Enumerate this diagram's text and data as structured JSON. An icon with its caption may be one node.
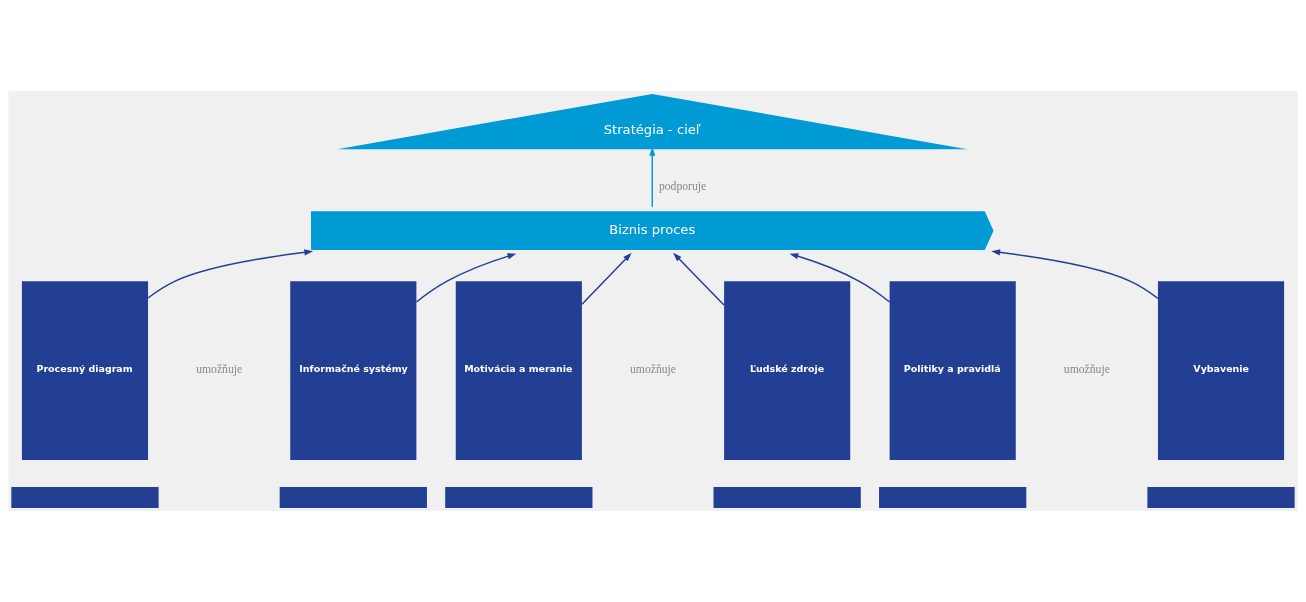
{
  "diagram": {
    "nodes": [
      {
        "text": [
          "Stratégia - cieľ"
        ]
      },
      {
        "text": [
          "Biznis proces"
        ]
      },
      {
        "text": [
          "Procesný diagram"
        ]
      },
      {
        "text": [
          "Informačné systémy"
        ]
      },
      {
        "text": [
          "Motivácia a meranie"
        ]
      },
      {
        "text": [
          "Ľudské zdroje"
        ]
      },
      {
        "text": [
          "Politiky a pravidlá"
        ]
      },
      {
        "text": [
          "Vybavenie"
        ]
      },
      {
        "text": [],
        "shape": "bar"
      },
      {
        "text": [],
        "shape": "bar"
      },
      {
        "text": [],
        "shape": "bar"
      },
      {
        "text": [],
        "shape": "bar"
      },
      {
        "text": [],
        "shape": "bar"
      },
      {
        "text": [],
        "shape": "bar"
      }
    ],
    "edges": [
      {
        "from": 1,
        "to": 0,
        "arrow": "to",
        "label": "podporuje",
        "color": "#009bd5"
      },
      {
        "from": 2,
        "to": 1,
        "arrow": "to"
      },
      {
        "from": 3,
        "to": 1,
        "arrow": "to"
      },
      {
        "from": 4,
        "to": 1,
        "arrow": "to"
      },
      {
        "from": 5,
        "to": 1,
        "arrow": "to"
      },
      {
        "from": 6,
        "to": 1,
        "arrow": "to"
      },
      {
        "from": 7,
        "to": 1,
        "arrow": "to"
      }
    ],
    "labels": [
      "umožňuje",
      "umožňuje",
      "umožňuje"
    ]
  }
}
